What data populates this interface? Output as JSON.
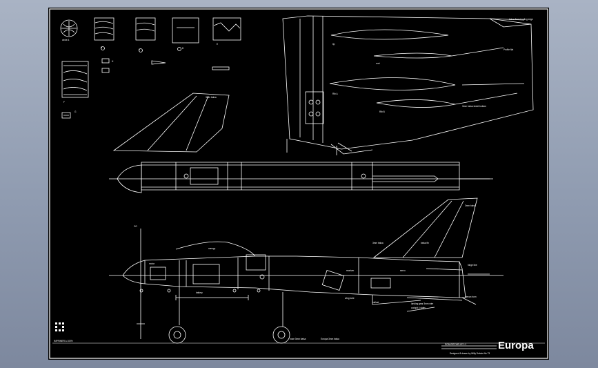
{
  "drawing": {
    "title": "Europa",
    "subtitle": "Designed & drawn by Willy Dubois No 73",
    "scale_note": "SCALE/ECHELLE 1:1",
    "bottom_left_note": "IMPRIMER A 100%",
    "wing_labels": {
      "top_edge": "balsa 3mm leading edge",
      "panel": "Profile flat",
      "tip": "tip",
      "root": "root",
      "rib_a": "Rib A",
      "rib_b": "Rib B",
      "bottom_note": "3mm balsa sheet bottom"
    },
    "fin_label": "3mm balsa",
    "side_labels": {
      "canopy": "canopy",
      "fuselage_balsa": "3mm balsa",
      "fin": "3mm balsa",
      "fin_tab": "balsa fin",
      "rudder_hinge": "hinge line",
      "servo": "servo",
      "rx": "receiver",
      "battery": "battery",
      "wing_tube": "wing tube",
      "motor": "motor",
      "ballast": "ballast",
      "cg": "CG",
      "gear_note": "landing gear 3mm wire",
      "cockpit_note": "cockpit 4 sides",
      "elevon_note": "elevon horn",
      "bottom_note_left": "nose 3mm balsa",
      "bottom_note_right": "Europa 3mm balsa"
    },
    "legend_texts": {
      "a": "circle A",
      "b": "B",
      "c": "C",
      "d": "D",
      "e": "E",
      "f": "F",
      "g": "G",
      "h": "H"
    },
    "colors": {
      "line": "#ffffff",
      "background": "#000000",
      "frame": "#ffffff"
    }
  }
}
